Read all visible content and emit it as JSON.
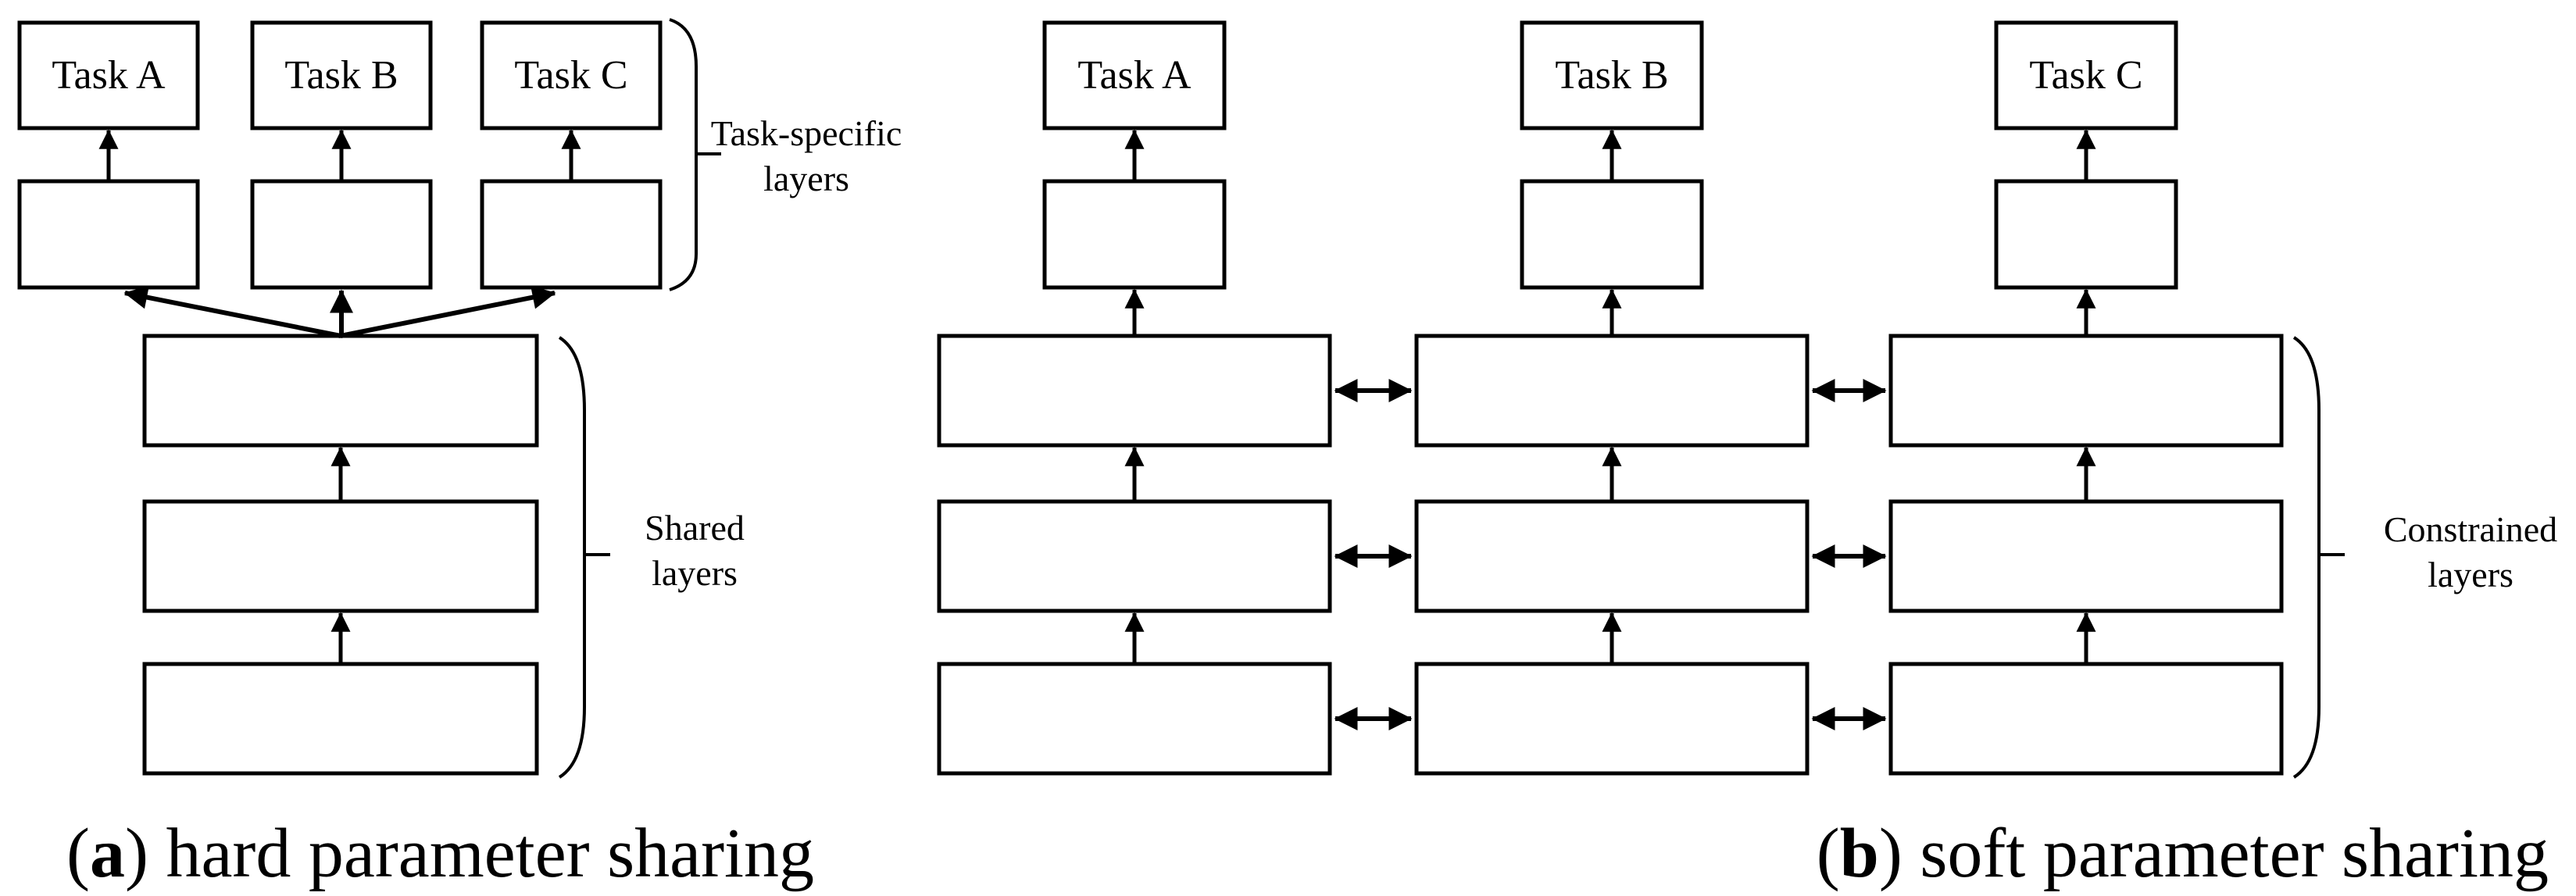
{
  "panel_a": {
    "tasks": [
      "Task A",
      "Task B",
      "Task C"
    ],
    "label_task_specific": [
      "Task-specific",
      "layers"
    ],
    "label_shared": [
      "Shared",
      "layers"
    ],
    "caption": {
      "open": "(",
      "marker": "a",
      "rest": ") hard parameter sharing"
    }
  },
  "panel_b": {
    "tasks": [
      "Task A",
      "Task B",
      "Task C"
    ],
    "label_constrained": [
      "Constrained",
      "layers"
    ],
    "caption": {
      "open": "(",
      "marker": "b",
      "rest": ") soft parameter sharing"
    }
  },
  "colors": {
    "ink": "#000000",
    "paper": "#ffffff"
  }
}
